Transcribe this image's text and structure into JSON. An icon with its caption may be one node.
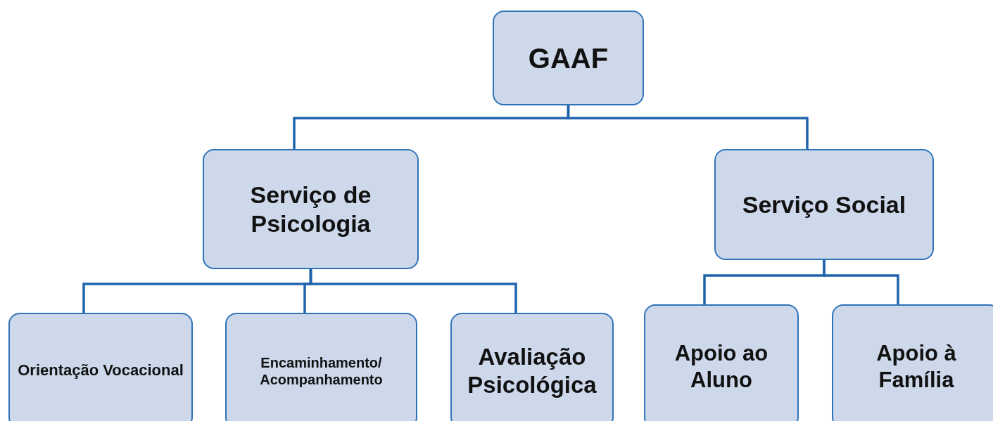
{
  "diagram": {
    "nodes": [
      {
        "text": [
          "GAAF"
        ]
      },
      {
        "text": [
          "Serviço de Psicologia"
        ]
      },
      {
        "text": [
          "Serviço Social"
        ]
      },
      {
        "text": [
          "Orientação Vocacional"
        ]
      },
      {
        "text": [
          "Encaminhamento/ Acompanhamento"
        ]
      },
      {
        "text": [
          "Avaliação Psicológica"
        ]
      },
      {
        "text": [
          "Apoio ao Aluno"
        ]
      },
      {
        "text": [
          "Apoio à Família"
        ]
      }
    ],
    "edges": [
      {
        "from": 0,
        "to": 1,
        "arrow": "none"
      },
      {
        "from": 0,
        "to": 2,
        "arrow": "none"
      },
      {
        "from": 1,
        "to": 3,
        "arrow": "none"
      },
      {
        "from": 1,
        "to": 4,
        "arrow": "none"
      },
      {
        "from": 1,
        "to": 5,
        "arrow": "none"
      },
      {
        "from": 2,
        "to": 6,
        "arrow": "none"
      },
      {
        "from": 2,
        "to": 7,
        "arrow": "none"
      }
    ]
  }
}
